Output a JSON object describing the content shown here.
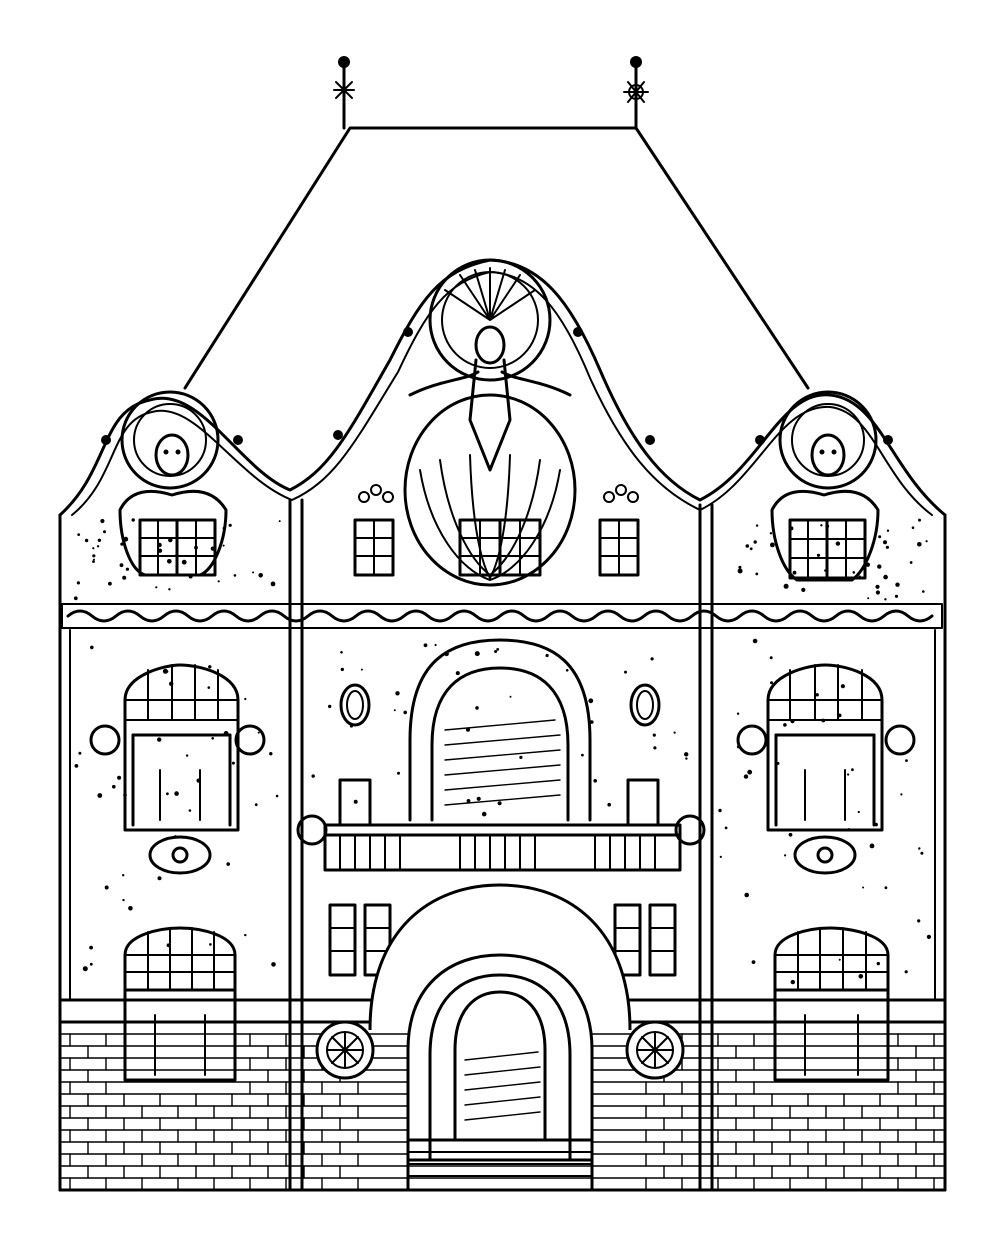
{
  "drawing": {
    "subject": "facade-elevation",
    "style": "line-art",
    "ink_color": "#000000",
    "paper_color": "#ffffff",
    "bays": 3,
    "has_text": false
  }
}
